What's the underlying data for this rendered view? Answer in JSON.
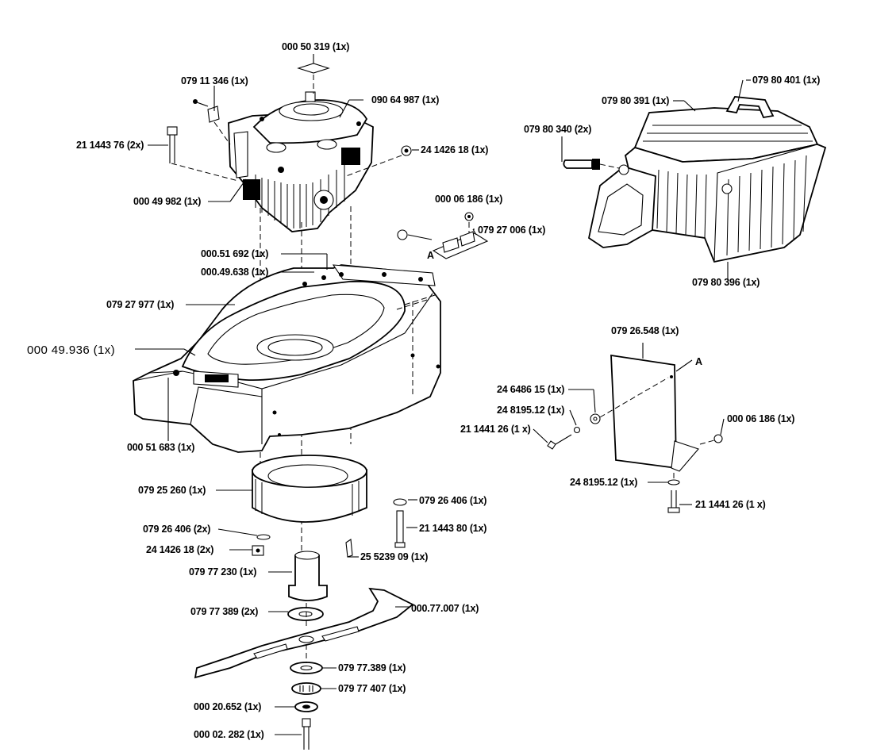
{
  "labels": {
    "p000_50_319": "000 50 319  (1x)",
    "p079_11_346": "079 11 346  (1x)",
    "p090_64_987": "090 64 987  (1x)",
    "p211_443_76": "21 1443 76  (2x)",
    "p241_426_18_top": "24 1426 18  (1x)",
    "p000_49_982": "000 49 982  (1x)",
    "p000_06_186_a": "000 06 186  (1x)",
    "p079_27_006": "079 27 006  (1x)",
    "letter_a1": "A",
    "p000_51_692": "000.51 692  (1x)",
    "p000_49_638": "000.49.638  (1x)",
    "p079_27_977": "079 27 977  (1x)",
    "p000_49_936": "000 49.936 (1x)",
    "p000_51_683": "000 51 683  (1x)",
    "p079_25_260": "079 25 260  (1x)",
    "p079_26_406_r": "079 26 406  (1x)",
    "p211_443_80": "21 1443 80  (1x)",
    "p079_26_406_l": "079 26 406  (2x)",
    "p241_426_18_low": "24 1426 18  (2x)",
    "p255_239_09": "25 5239 09 (1x)",
    "p079_77_230": "079 77 230  (1x)",
    "p079_77_389_a": "079 77 389  (2x)",
    "p000_77_007": "000.77.007  (1x)",
    "p079_77_389_b": "079 77.389  (1x)",
    "p079_77_407": "079 77 407  (1x)",
    "p000_20_652": "000 20.652  (1x)",
    "p000_02_282": "000 02. 282  (1x)",
    "p079_80_401": "079 80 401  (1x)",
    "p079_80_391": "079 80 391  (1x)",
    "p079_80_340": "079 80 340  (2x)",
    "p079_80_396": "079 80 396  (1x)",
    "p079_26_548": "079 26.548 (1x)",
    "letter_a2": "A",
    "p246_486_15": "24 6486 15  (1x)",
    "p248_195_12_a": "24 8195.12  (1x)",
    "p211_441_26_a": "21 1441 26 (1 x)",
    "p000_06_186_b": "000 06 186  (1x)",
    "p248_195_12_b": "24 8195.12  (1x)",
    "p211_441_26_b": "21 1441 26  (1 x)"
  }
}
